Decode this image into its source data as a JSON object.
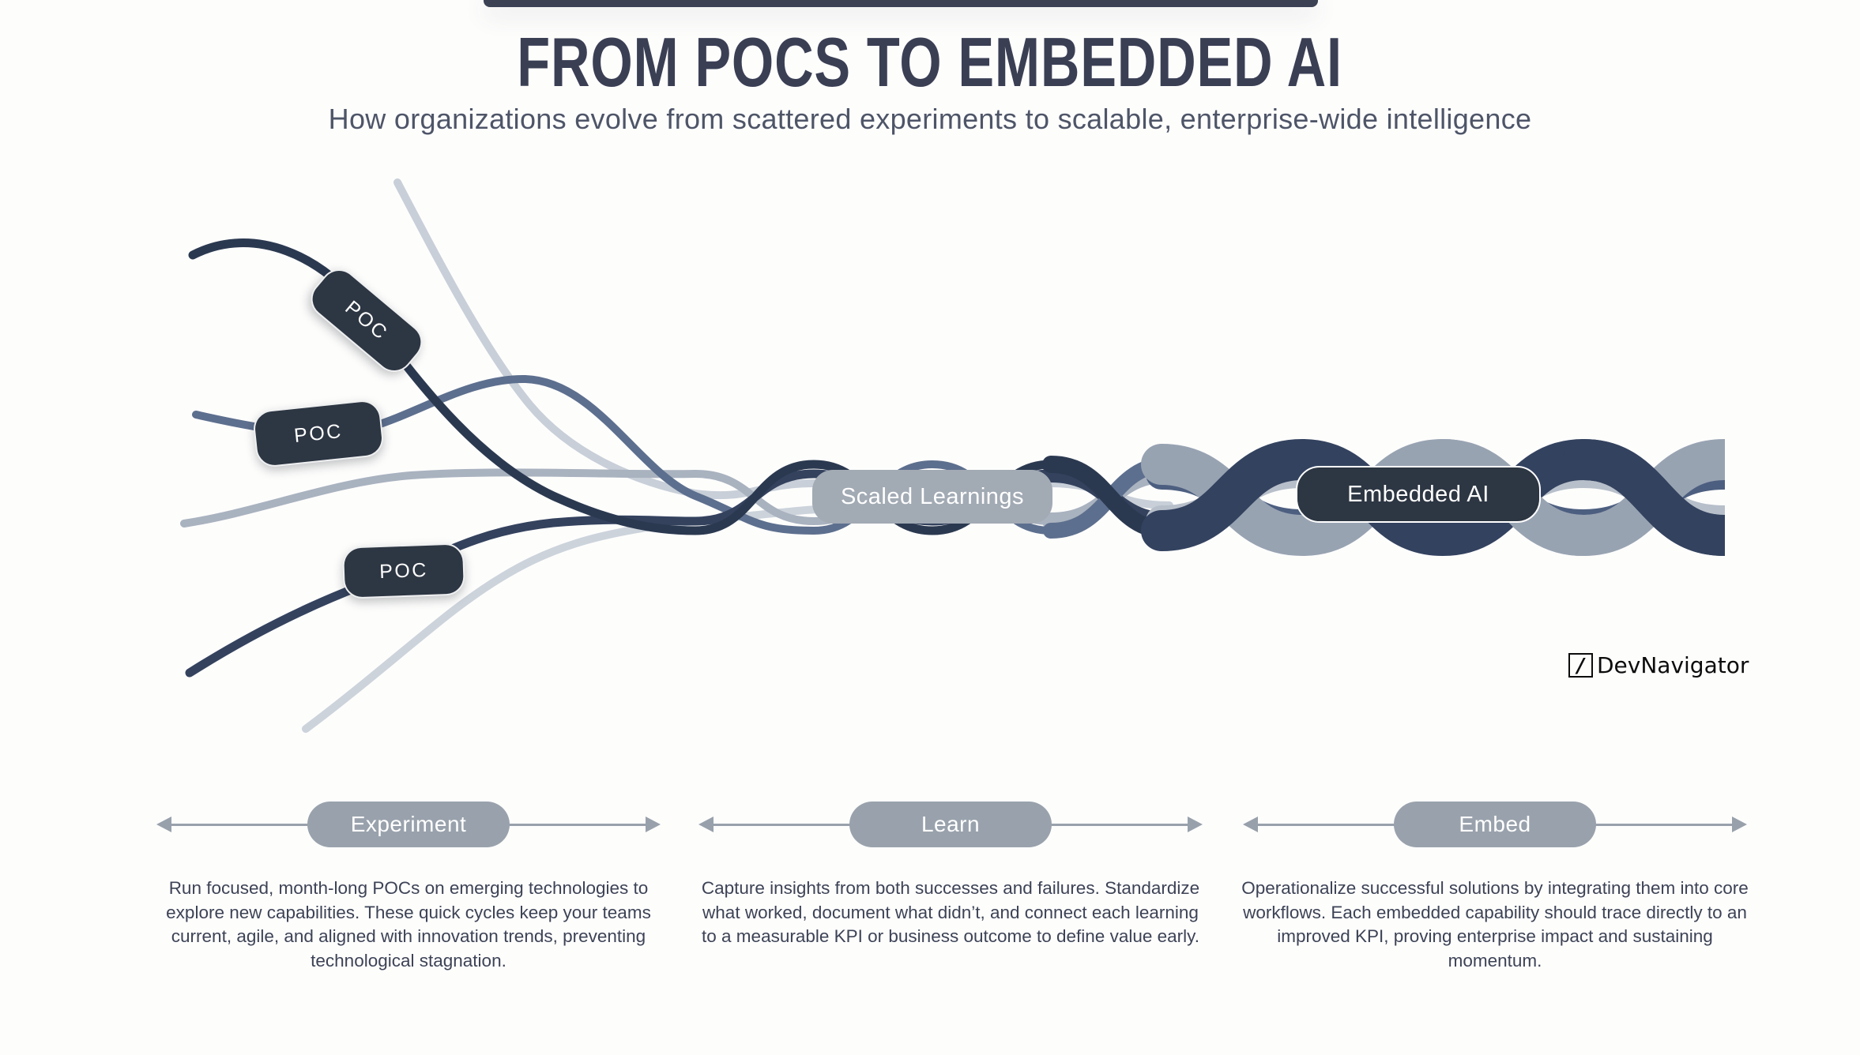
{
  "header": {
    "title": "FROM POCS TO EMBEDDED AI",
    "subtitle": "How organizations evolve from scattered experiments to scalable, enterprise-wide intelligence"
  },
  "flow": {
    "poc_labels": [
      "POC",
      "POC",
      "POC"
    ],
    "scaled_label": "Scaled Learnings",
    "embedded_label": "Embedded AI"
  },
  "branding": {
    "logo_mark": "/",
    "logo_text": "DevNavigator"
  },
  "phases": [
    {
      "label": "Experiment",
      "description": "Run focused, month-long POCs on emerging technologies to explore new capabilities. These quick cycles keep your teams current, agile, and aligned with innovation trends, preventing technological stagnation."
    },
    {
      "label": "Learn",
      "description": "Capture insights from both successes and failures. Standardize what worked, document what didn’t, and connect each learning to a measurable KPI or business outcome to define value early."
    },
    {
      "label": "Embed",
      "description": "Operationalize successful solutions by integrating them into core workflows. Each embedded capability should trace directly to an improved KPI, proving enterprise impact and sustaining momentum."
    }
  ],
  "colors": {
    "navy_pill": "#2d3643",
    "navy_strand": "#2b3950",
    "navy_ribbon": "#33425f",
    "slate_strand": "#5d6f8e",
    "slate_ribbon": "#4d5f80",
    "gray_ribbon": "#98a3b2",
    "gray_strand": "#a9b2bf",
    "light_strand": "#c8cfd8",
    "pill_gray": "#99a2ac",
    "title_text": "#3a3f54",
    "body_text": "#3d4356"
  }
}
